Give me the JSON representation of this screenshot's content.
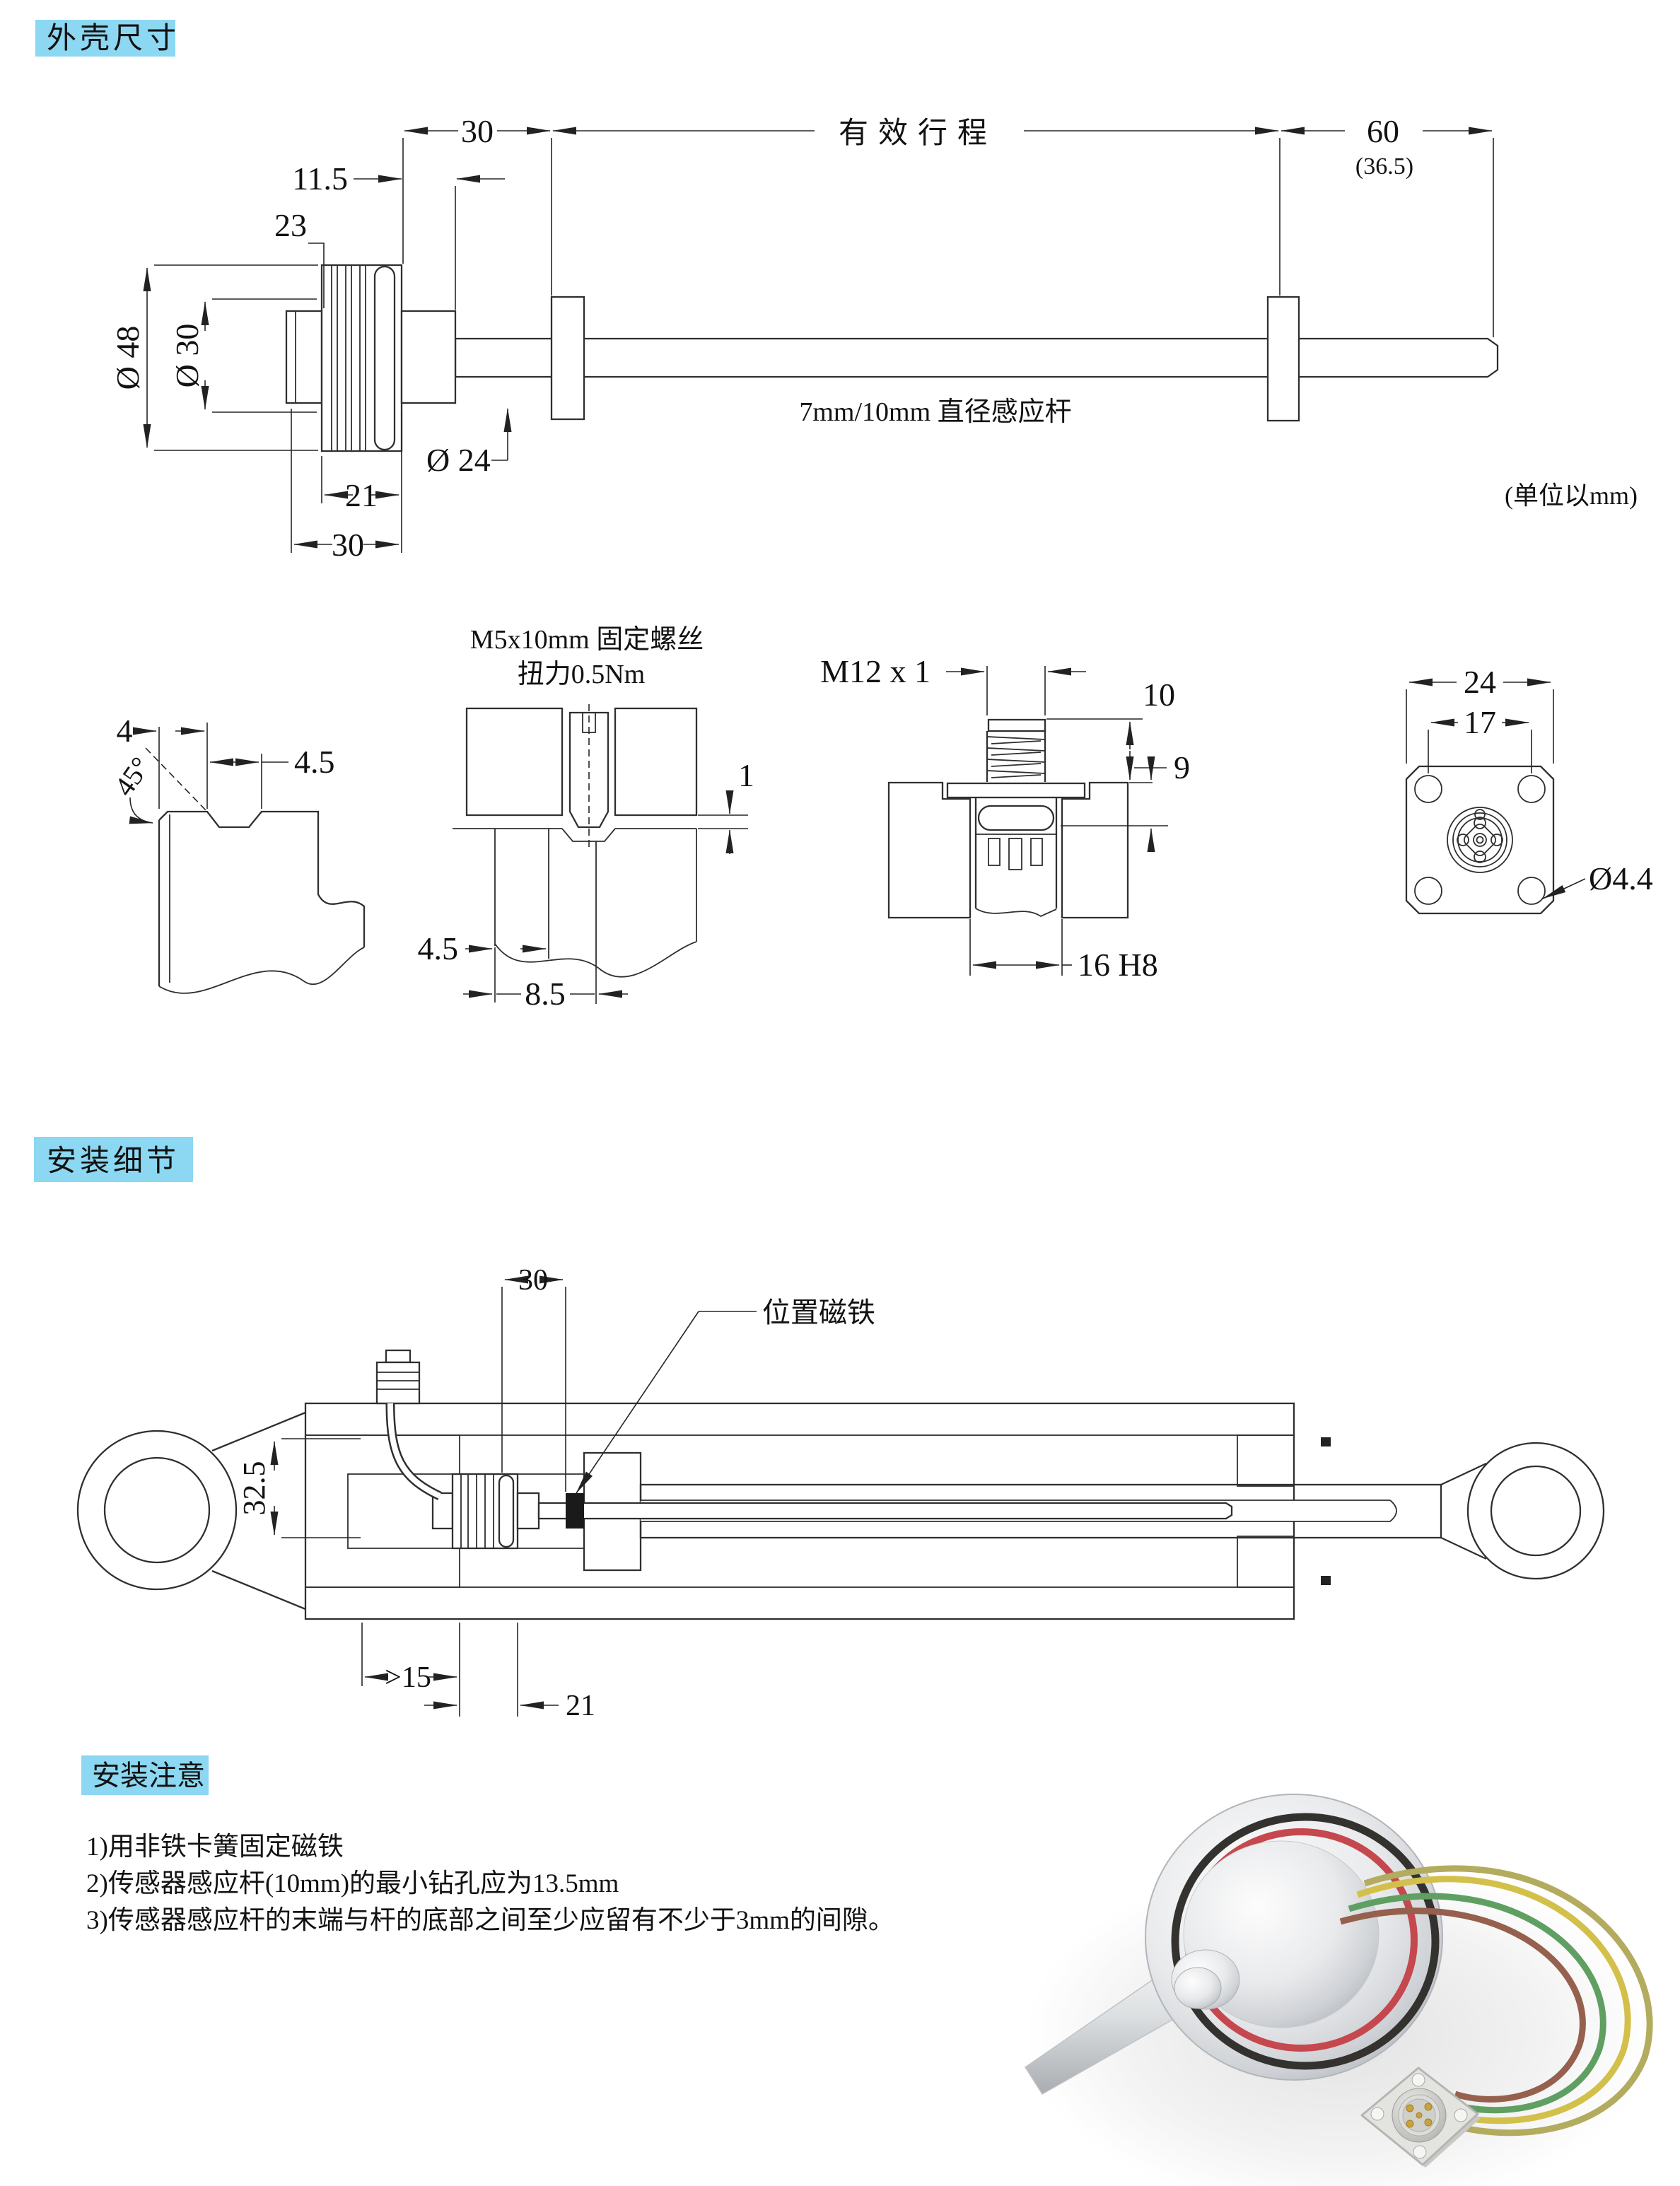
{
  "colors": {
    "header_bg": "#8cd7f2",
    "line": "#2f2f2f",
    "steel_hatch": "#8f8f8f",
    "rod_hatch": "#8ea7c2",
    "oring_red": "#c5484e",
    "oring_black": "#33322f",
    "wire_yellow": "#d3c04b",
    "wire_green": "#5f9f62",
    "wire_brown": "#95604d"
  },
  "sections": {
    "housing": {
      "title": "外壳尺寸"
    },
    "install": {
      "title": "安装细节"
    },
    "notes": {
      "title": "安装注意",
      "item1": "1)用非铁卡簧固定磁铁",
      "item2": "2)传感器感应杆(10mm)的最小钻孔应为13.5mm",
      "item3": "3)传感器感应杆的末端与杆的底部之间至少应留有不少于3mm的间隙。"
    }
  },
  "housing_drawing": {
    "dim_null_zone": "30",
    "dim_stroke_label": "有效行程",
    "dim_dead_zone": "60",
    "dim_dead_zone_alt": "(36.5)",
    "dim_11_5": "11.5",
    "dim_23": "23",
    "dim_dia48": "Ø 48",
    "dim_dia30": "Ø 30",
    "dim_dia24": "Ø 24",
    "dim_21": "21",
    "dim_30": "30",
    "rod_label": "7mm/10mm 直径感应杆",
    "unit_note": "(单位以mm)"
  },
  "groove_detail": {
    "dim_4": "4",
    "dim_4_5": "4.5",
    "dim_45": "45°"
  },
  "screw_detail": {
    "title_line1": "M5x10mm 固定螺丝",
    "title_line2": "扭力0.5Nm",
    "dim_1": "1",
    "dim_4_5": "4.5",
    "dim_8_5": "8.5"
  },
  "thread_detail": {
    "dim_thread": "M12 x 1",
    "dim_10": "10",
    "dim_9": "9",
    "dim_bore": "16 H8"
  },
  "flange_detail": {
    "dim_24": "24",
    "dim_17": "17",
    "dim_hole": "Ø4.4"
  },
  "install_drawing": {
    "dim_30": "30",
    "magnet_label": "位置磁铁",
    "dim_32_5": "32.5",
    "dim_gt15": ">15",
    "dim_21": "21"
  }
}
